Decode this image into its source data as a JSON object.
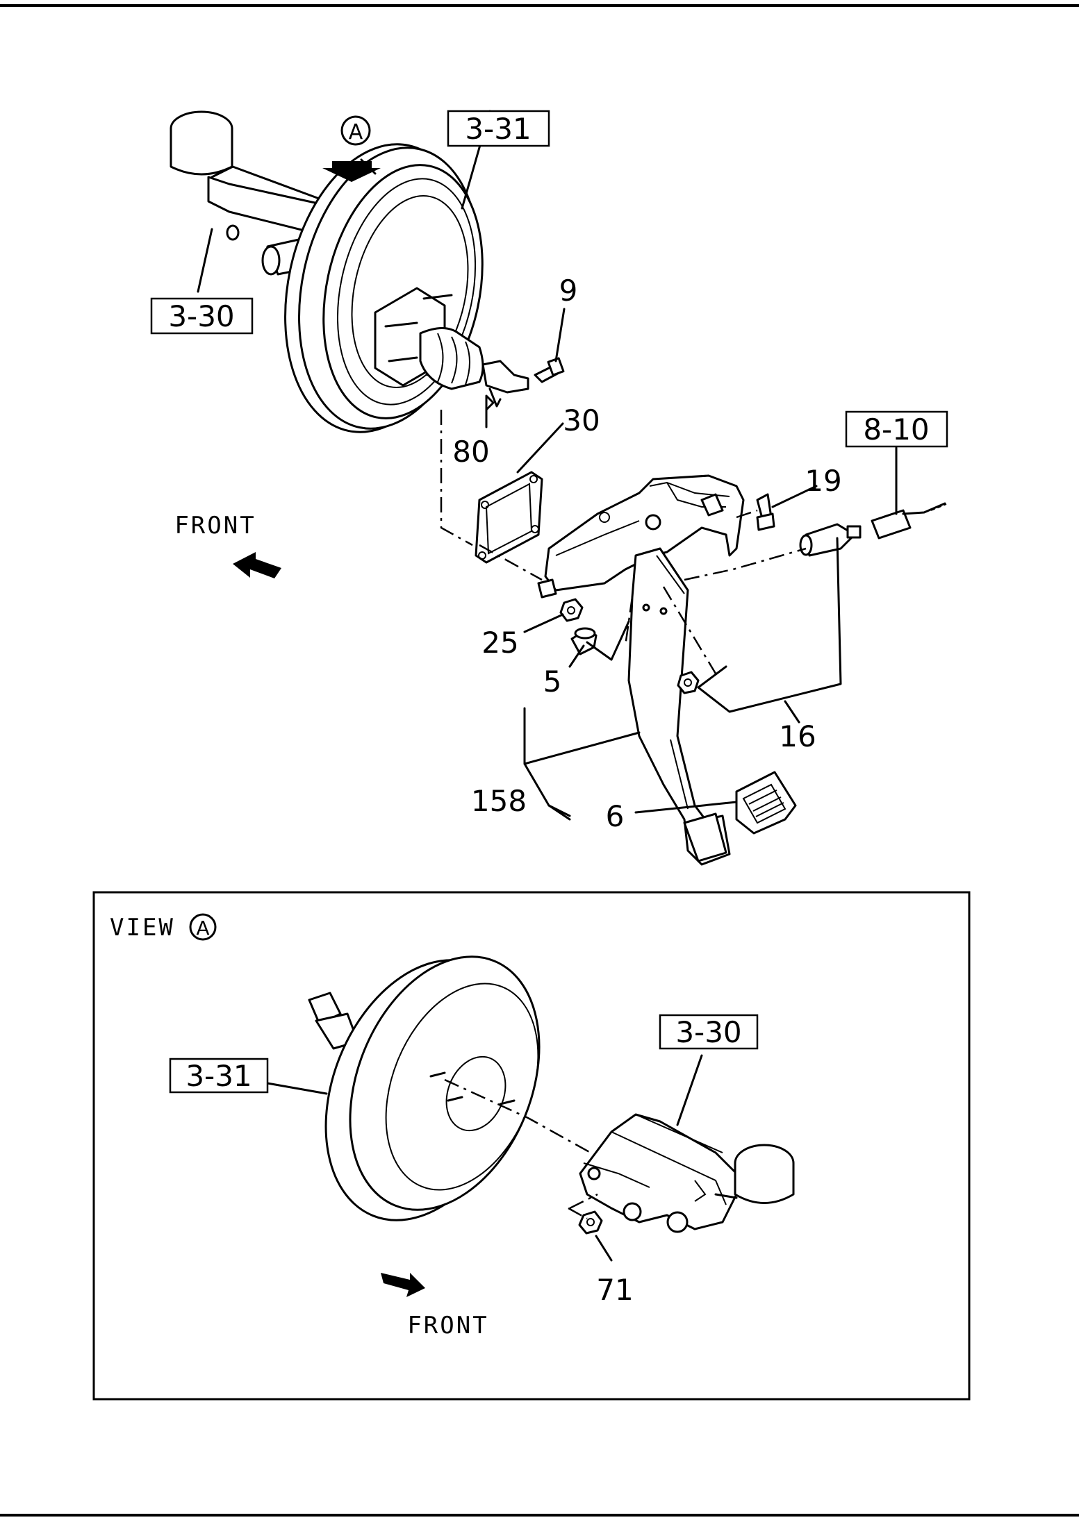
{
  "refs": {
    "top_3_31": "3-31",
    "top_3_30": "3-30",
    "top_8_10": "8-10",
    "view_3_31": "3-31",
    "view_3_30": "3-30"
  },
  "parts": {
    "p9": "9",
    "p30": "30",
    "p80": "80",
    "p19": "19",
    "p25": "25",
    "p5": "5",
    "p16": "16",
    "p158": "158",
    "p6": "6",
    "p71": "71"
  },
  "direction": {
    "front_top": "FRONT",
    "front_view": "FRONT"
  },
  "view": {
    "title": "VIEW",
    "marker": "A",
    "top_marker": "A"
  }
}
